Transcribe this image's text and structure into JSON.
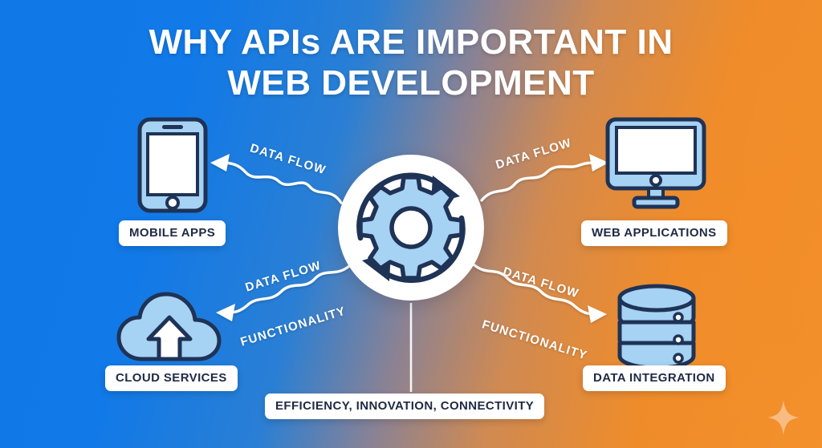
{
  "theme": {
    "gradient_from": "#1178e8",
    "gradient_to": "#f3912c",
    "icon_fill": "#a6d2f3",
    "icon_stroke": "#1f3356",
    "pill_bg": "#ffffff",
    "pill_text": "#1f2a44",
    "flow_text": "#ffffff",
    "sparkle": "#f9bb82"
  },
  "title": {
    "line1": "WHY APIs ARE IMPORTANT IN",
    "line2": "WEB DEVELOPMENT"
  },
  "hub": {
    "icon": "gear-refresh-cycle-icon",
    "connector": "vertical-line"
  },
  "nodes": [
    {
      "id": "mobile-apps",
      "label": "MOBILE APPS",
      "icon": "smartphone-icon",
      "position": "top-left"
    },
    {
      "id": "web-applications",
      "label": "WEB APPLICATIONS",
      "icon": "desktop-monitor-icon",
      "position": "top-right"
    },
    {
      "id": "cloud-services",
      "label": "CLOUD SERVICES",
      "icon": "cloud-upload-icon",
      "position": "bottom-left"
    },
    {
      "id": "data-integration",
      "label": "DATA INTEGRATION",
      "icon": "database-icon",
      "position": "bottom-right"
    }
  ],
  "flow_labels": {
    "top_left": "DATA FLOW",
    "top_right": "DATA FLOW",
    "bottom_left_primary": "DATA FLOW",
    "bottom_left_secondary": "FUNCTIONALITY",
    "bottom_right_primary": "DATA FLOW",
    "bottom_right_secondary": "FUNCTIONALITY"
  },
  "benefits": {
    "label": "EFFICIENCY, INNOVATION, CONNECTIVITY"
  },
  "decoration": {
    "sparkle": "four-point-star-icon"
  }
}
